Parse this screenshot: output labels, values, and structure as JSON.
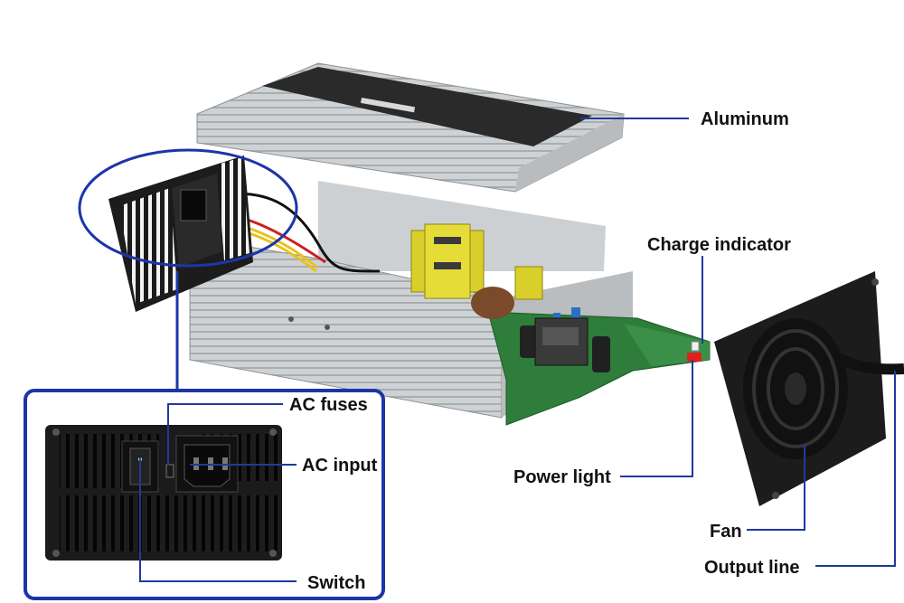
{
  "labels": {
    "aluminum": "Aluminum",
    "charge_indicator": "Charge indicator",
    "power_light": "Power light",
    "fan": "Fan",
    "output_line": "Output line",
    "ac_fuses": "AC fuses",
    "ac_input": "AC input",
    "switch": "Switch"
  },
  "colors": {
    "leader": "#1f3a9c",
    "callout_border": "#1d35a8",
    "aluminum": "#c9ccce",
    "aluminum_dark": "#9ea3a6",
    "panel": "#1c1c1c",
    "pcb": "#2e7d3a",
    "transformer": "#d9cf2a"
  },
  "icons": [
    "fan-icon",
    "rocker-switch-icon",
    "iec-socket-icon",
    "led-icon"
  ]
}
